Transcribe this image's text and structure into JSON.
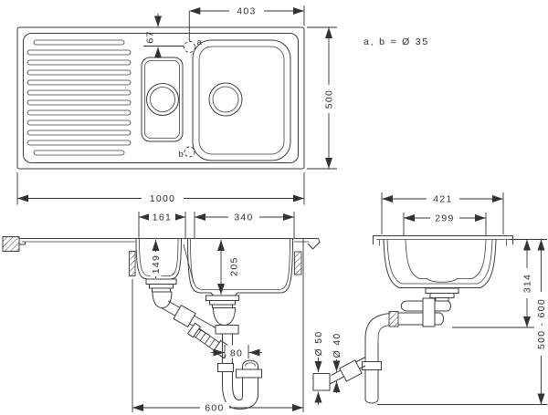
{
  "colors": {
    "background": "#ffffff",
    "line": "#3c3c3c",
    "text": "#2f2f2f"
  },
  "note": "a, b = Ø 35",
  "top_view": {
    "overall_width": "1000",
    "overall_depth": "500",
    "tap_hole_to_edge": "403",
    "tap_hole_offset": "67",
    "tap_hole_a": "a",
    "tap_hole_b": "b"
  },
  "front_view": {
    "half_bowl_width": "161",
    "main_bowl_width": "340",
    "half_bowl_depth": "149",
    "main_bowl_depth": "205",
    "trap_offset": "80",
    "min_cabinet_width": "600"
  },
  "side_view": {
    "flange_width": "421",
    "bowl_width": "299",
    "outlet_depth": "314",
    "trap_height_range": "500 - 600",
    "waste_outlet_diameter": "Ø 50",
    "waste_pipe_diameter": "Ø 40"
  }
}
